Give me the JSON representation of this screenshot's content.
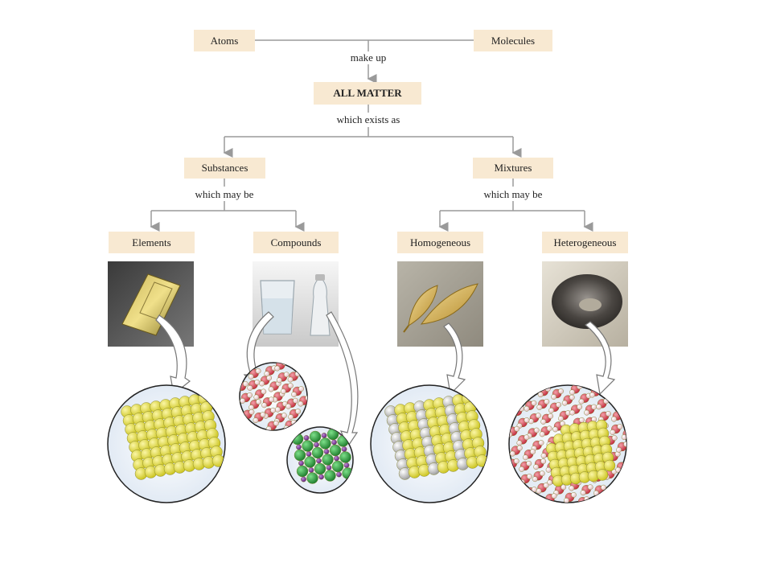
{
  "nodes": {
    "atoms": "Atoms",
    "molecules": "Molecules",
    "all_matter": "ALL MATTER",
    "substances": "Substances",
    "mixtures": "Mixtures",
    "elements": "Elements",
    "compounds": "Compounds",
    "homogeneous": "Homogeneous",
    "heterogeneous": "Heterogeneous"
  },
  "connectors": {
    "make_up": "make up",
    "which_exists_as": "which exists as",
    "which_may_be_left": "which may be",
    "which_may_be_right": "which may be"
  },
  "colors": {
    "node_fill": "#f8e9d2",
    "line": "#9a9a9a",
    "gold_atom": "#e8e03a",
    "silver_atom": "#d4d4d4",
    "oxygen_atom": "#e25a6a",
    "hydrogen_atom": "#f2d4d8",
    "chlorine_atom": "#2f9a3a",
    "sodium_atom": "#7a3a9a"
  },
  "images": {
    "elements_photo": "gold-bar",
    "compounds_photo": "water-glass-and-salt-shaker",
    "homogeneous_photo": "brass-leaves",
    "heterogeneous_photo": "gold-panning-dish"
  }
}
